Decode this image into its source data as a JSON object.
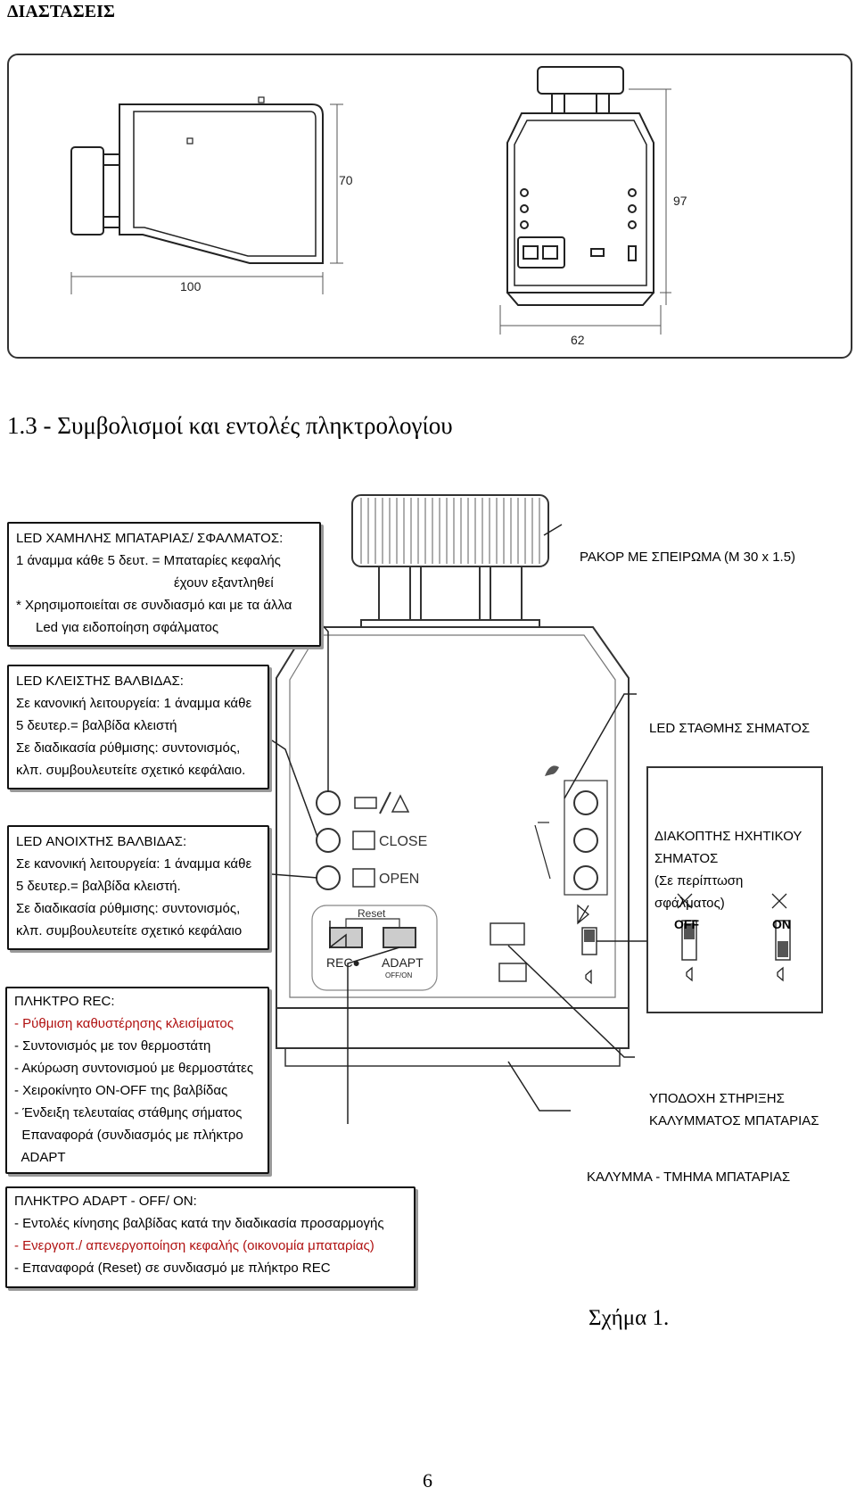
{
  "header": {
    "title": "ΔΙΑΣΤΑΣΕΙΣ"
  },
  "dimensions": {
    "w100": "100",
    "h70": "70",
    "h97": "97",
    "w62": "62"
  },
  "section": {
    "heading": "1.3 - Συμβολισμοί και εντολές πληκτρολογίου"
  },
  "callouts": {
    "led_low_battery": {
      "lines": [
        "LED ΧΑΜΗΛΗΣ ΜΠΑΤΑΡΙΑΣ/ ΣΦΑΛΜΑΤΟΣ:",
        "1 άναμμα κάθε 5 δευτ. = Μπαταρίες κεφαλής",
        "έχουν εξαντληθεί",
        "* Χρησιμοποιείται σε συνδιασμό και με τα άλλα",
        "Led για ειδοποίηση σφάλματος"
      ]
    },
    "led_valve_closed": {
      "lines": [
        "LED ΚΛΕΙΣΤΗΣ ΒΑΛΒΙΔΑΣ:",
        "Σε κανονική λειτουργεία: 1 άναμμα κάθε",
        "5 δευτερ.= βαλβίδα κλειστή",
        "Σε διαδικασία ρύθμισης: συντονισμός,",
        "κλπ. συμβουλευτείτε σχετικό κεφάλαιο."
      ]
    },
    "led_valve_open": {
      "lines": [
        "LED ΑΝΟΙΧΤΗΣ ΒΑΛΒΙΔΑΣ:",
        "Σε κανονική λειτουργεία: 1 άναμμα κάθε",
        "5 δευτερ.= βαλβίδα κλειστή.",
        "Σε διαδικασία ρύθμισης: συντονισμός,",
        "κλπ. συμβουλευτείτε σχετικό κεφάλαιο"
      ]
    },
    "rec_key": {
      "lines": [
        "ΠΛΗΚΤΡΟ REC:",
        "- Ρύθμιση καθυστέρησης κλεισίματος",
        "- Συντονισμός με τον θερμοστάτη",
        "- Ακύρωση συντονισμού με θερμοστάτες",
        "- Χειροκίνητο ON-OFF της βαλβίδας",
        "- Ένδειξη τελευταίας στάθμης σήματος",
        "  Επαναφορά (συνδιασμός με πλήκτρο",
        "  ADAPT"
      ]
    },
    "adapt_key": {
      "lines": [
        "ΠΛΗΚΤΡΟ ADAPT - OFF/ ON:",
        "- Εντολές κίνησης βαλβίδας κατά την διαδικασία προσαρμογής",
        "- Ενεργοπ./ απενεργοποίηση κεφαλής (οικονομία μπαταρίας)",
        "- Επαναφορά (Reset) σε συνδιασμό με πλήκτρο REC"
      ]
    },
    "buzzer_switch": {
      "lines": [
        "ΔΙΑΚΟΠΤΗΣ ΗΧΗΤΙΚΟΥ",
        "ΣΗΜΑΤΟΣ",
        "(Σε περίπτωση",
        "σφάλματος)"
      ],
      "off": "OFF",
      "on": "ON"
    }
  },
  "labels": {
    "coupling": "ΡΑΚΟΡ ΜΕ ΣΠΕΙΡΩΜΑ (Μ 30 x 1.5)",
    "signal_led": "LED ΣΤΑΘΜΗΣ ΣΗΜΑΤΟΣ",
    "cover_support_1": "ΥΠΟΔΟΧΗ ΣΤΗΡΙΞΗΣ",
    "cover_support_2": "ΚΑΛΥΜΜΑΤΟΣ ΜΠΑΤΑΡΙΑΣ",
    "battery_cover": "ΚΑΛΥΜΜΑ - ΤΜΗΜΑ ΜΠΑΤΑΡΙΑΣ"
  },
  "device": {
    "close": "CLOSE",
    "open": "OPEN",
    "reset": "Reset",
    "rec": "REC●",
    "adapt": "ADAPT",
    "off_on": "OFF/ON"
  },
  "figure": {
    "caption": "Σχήμα 1."
  },
  "page": {
    "number": "6"
  }
}
